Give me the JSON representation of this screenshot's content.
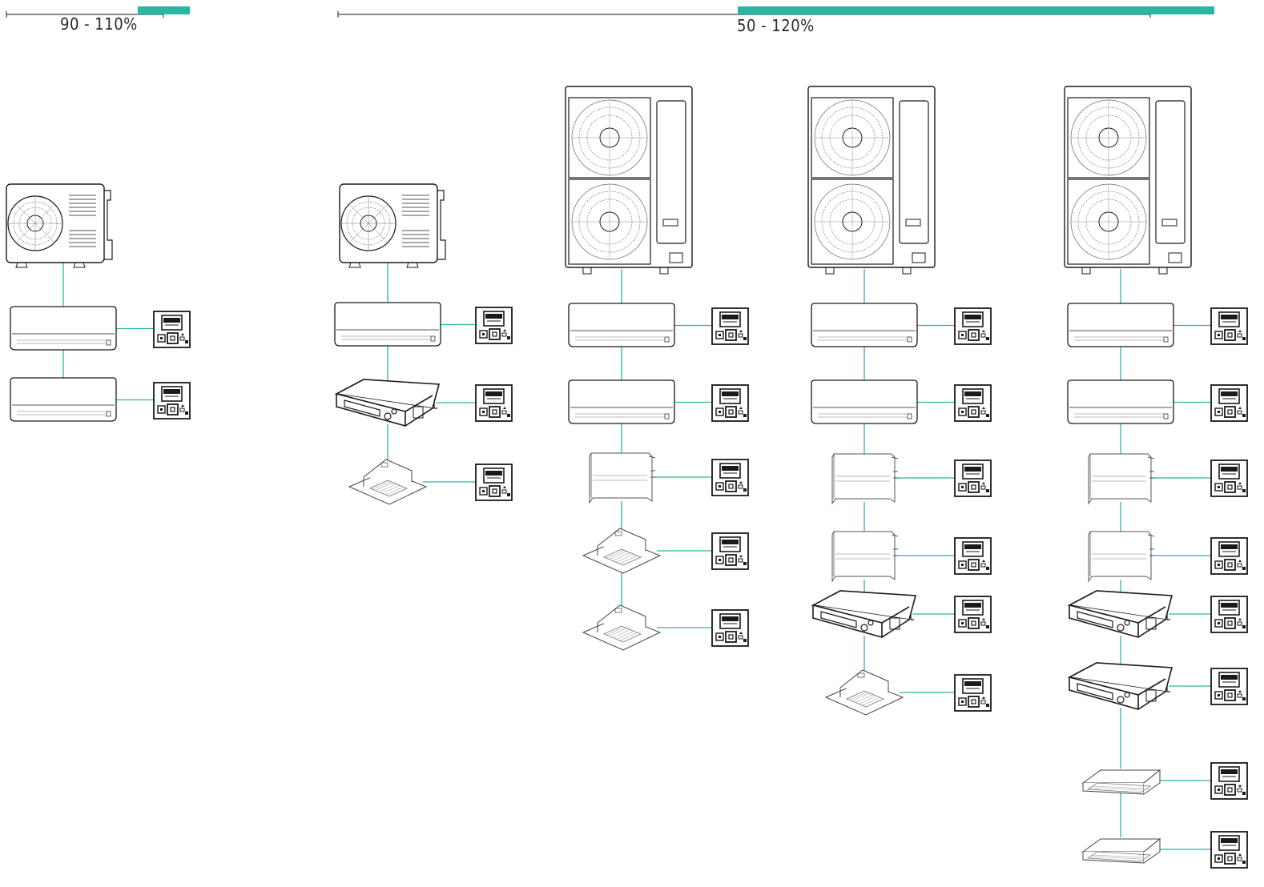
{
  "ranges": {
    "small_system": {
      "label": "90 - 110%",
      "min_percent": 90,
      "max_percent": 110
    },
    "large_system": {
      "label": "50 - 120%",
      "min_percent": 50,
      "max_percent": 120
    }
  },
  "colors": {
    "accent": "#2bb5a6",
    "line": "#1a1a1a",
    "pipe": "#2bb5a6"
  },
  "systems": [
    {
      "outdoor": "compact",
      "indoor": [
        "wall",
        "wall"
      ]
    },
    {
      "outdoor": "compact",
      "indoor": [
        "wall",
        "duct",
        "cassette"
      ]
    },
    {
      "outdoor": "large",
      "indoor": [
        "wall",
        "wall",
        "floor",
        "cassette",
        "cassette"
      ]
    },
    {
      "outdoor": "large",
      "indoor": [
        "wall",
        "wall",
        "floor",
        "floor",
        "duct",
        "cassette"
      ]
    },
    {
      "outdoor": "large",
      "indoor": [
        "wall",
        "wall",
        "floor",
        "floor",
        "duct",
        "duct",
        "ceiling",
        "ceiling"
      ]
    }
  ]
}
